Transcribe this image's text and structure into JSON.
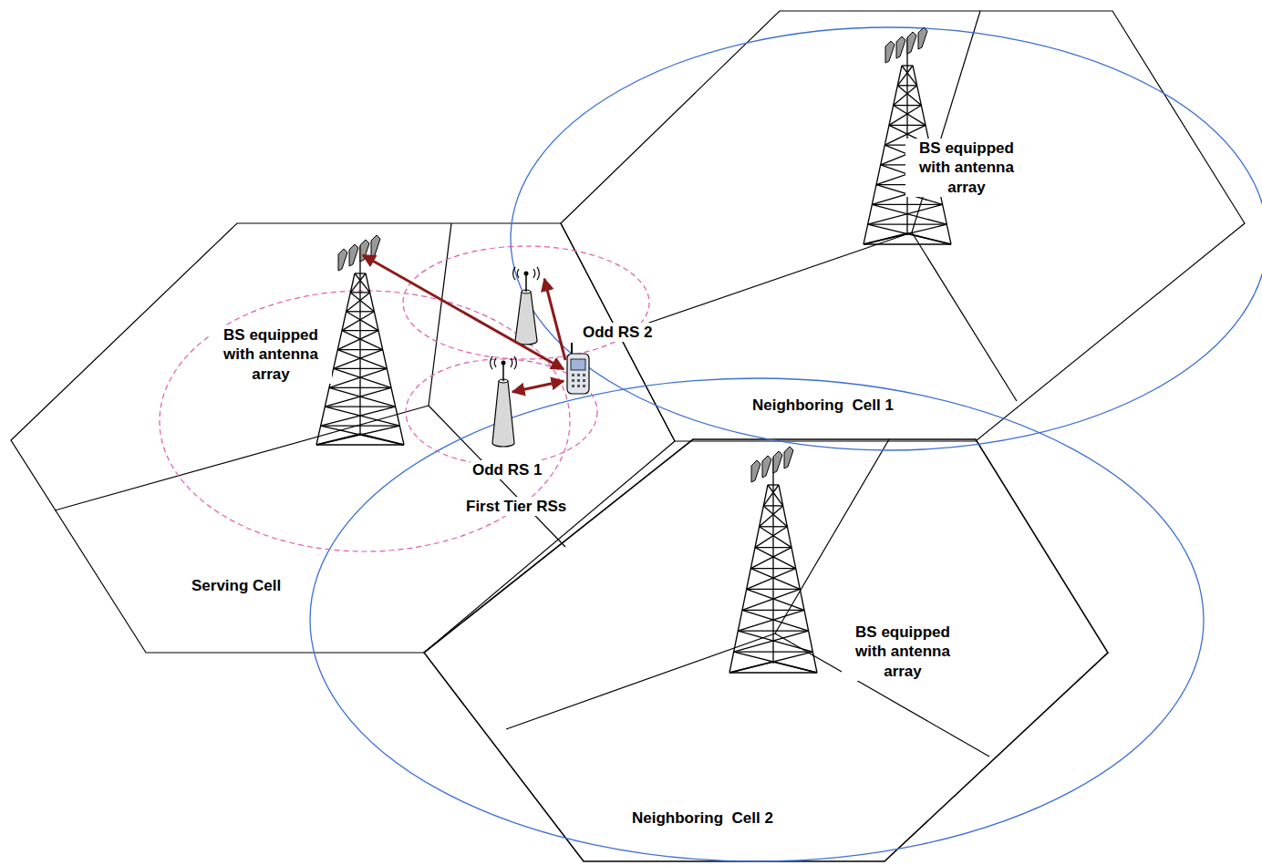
{
  "diagram": {
    "labels": [
      "BS equipped with antenna array",
      "Odd RS 2",
      "BS equipped with antenna array",
      "Neighboring  Cell 1",
      "Odd RS 1",
      "First Tier RSs",
      "Serving Cell",
      "BS equipped with antenna array",
      "Neighboring  Cell 2"
    ]
  }
}
